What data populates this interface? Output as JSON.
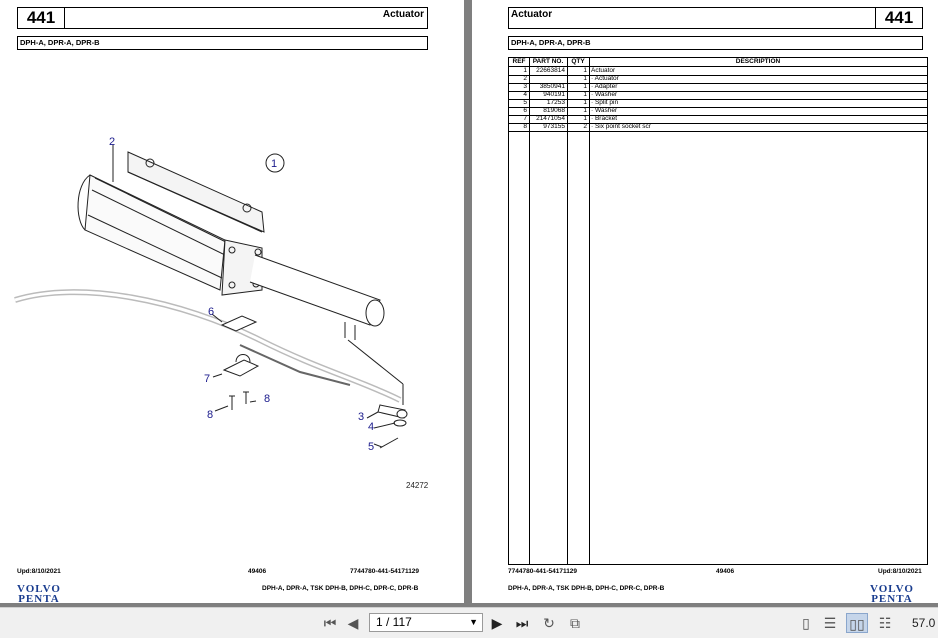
{
  "section_number": "441",
  "section_title": "Actuator",
  "models": "DPH-A, DPR-A, DPR-B",
  "figure": {
    "callouts": [
      "2",
      "1",
      "6",
      "7",
      "8",
      "8",
      "3",
      "4",
      "5"
    ],
    "figure_number": "24272"
  },
  "parts_table": {
    "headers": {
      "ref": "REF",
      "part_no": "PART NO.",
      "qty": "QTY",
      "description": "DESCRIPTION"
    },
    "rows": [
      {
        "ref": "1",
        "part_no": "22663814",
        "qty": "1",
        "description": "Actuator"
      },
      {
        "ref": "2",
        "part_no": "",
        "qty": "1",
        "description": "· Actuator"
      },
      {
        "ref": "3",
        "part_no": "3850941",
        "qty": "1",
        "description": "· Adapter"
      },
      {
        "ref": "4",
        "part_no": "940191",
        "qty": "1",
        "description": "· Washer"
      },
      {
        "ref": "5",
        "part_no": "17253",
        "qty": "1",
        "description": "· Split pin"
      },
      {
        "ref": "6",
        "part_no": "819068",
        "qty": "1",
        "description": "· Washer"
      },
      {
        "ref": "7",
        "part_no": "21471054",
        "qty": "1",
        "description": "· Bracket"
      },
      {
        "ref": "8",
        "part_no": "973155",
        "qty": "2",
        "description": "· Six point socket scr"
      }
    ]
  },
  "footer_left": {
    "updated": "Upd:8/10/2021",
    "code": "49406",
    "doc_ref": "7744780-441-54171129",
    "models": "DPH-A, DPR-A, TSK DPH-B, DPH-C, DPR-C, DPR-B"
  },
  "footer_right": {
    "doc_ref": "7744780-441-54171129",
    "code": "49406",
    "updated": "Upd:8/10/2021",
    "models": "DPH-A, DPR-A, TSK DPH-B, DPH-C, DPR-C, DPR-B"
  },
  "logo": {
    "line1": "VOLVO",
    "line2": "PENTA",
    "color": "#1a3d8f"
  },
  "toolbar": {
    "page_indicator": "1 / 117",
    "zoom": "57.0",
    "icons": [
      "first-page-icon",
      "prev-page-icon",
      "next-page-icon",
      "last-page-icon",
      "rotate-icon",
      "fit-icon",
      "single-page-icon",
      "continuous-icon",
      "two-page-icon",
      "two-page-continuous-icon"
    ]
  }
}
